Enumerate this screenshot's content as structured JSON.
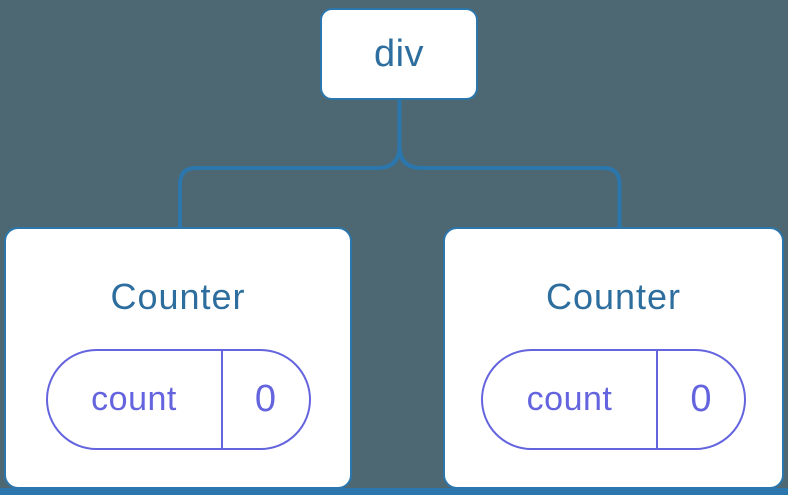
{
  "colors": {
    "background": "#4D6872",
    "line": "#2B77AD",
    "node_label": "#2D6E9E",
    "state": "#6464DF"
  },
  "tree": {
    "root": {
      "label": "div"
    },
    "children": [
      {
        "label": "Counter",
        "state": {
          "key": "count",
          "value": "0"
        }
      },
      {
        "label": "Counter",
        "state": {
          "key": "count",
          "value": "0"
        }
      }
    ]
  }
}
